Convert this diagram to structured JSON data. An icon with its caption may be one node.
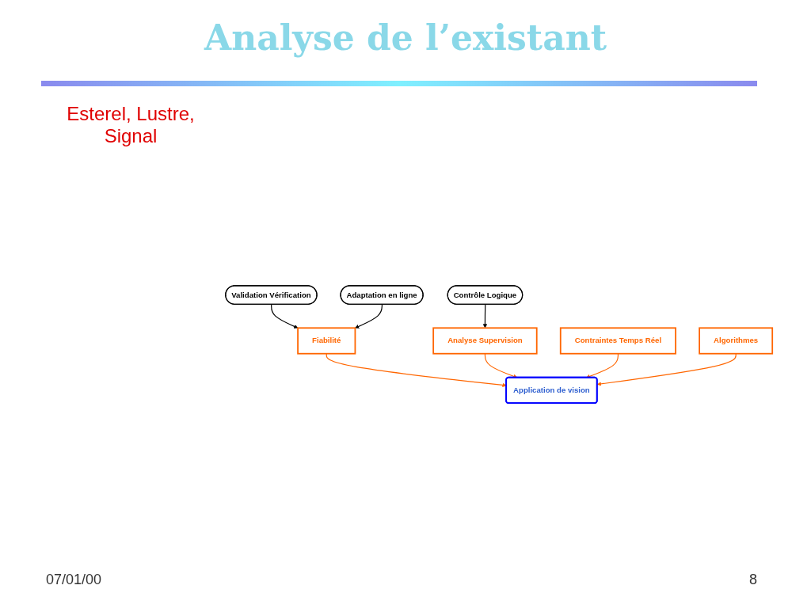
{
  "diagram": {
    "title": "Analyse de l’existant",
    "nodes": [
      {
        "text": [
          "Validation Vérification"
        ]
      },
      {
        "text": [
          "Adaptation en ligne"
        ]
      },
      {
        "text": [
          "Contrôle Logique"
        ]
      },
      {
        "text": [
          "Fiabilité"
        ]
      },
      {
        "text": [
          "Analyse Supervision"
        ]
      },
      {
        "text": [
          "Contraintes Temps Réel"
        ]
      },
      {
        "text": [
          "Application de vision"
        ]
      },
      {
        "text": [
          "Algorithmes"
        ]
      }
    ],
    "edges": [
      {
        "from": 0,
        "to": 3,
        "arrow": "to",
        "color": "#000000"
      },
      {
        "from": 1,
        "to": 3,
        "arrow": "to",
        "color": "#000000"
      },
      {
        "from": 2,
        "to": 4,
        "arrow": "to",
        "color": "#000000"
      },
      {
        "from": 3,
        "to": 6,
        "arrow": "to"
      },
      {
        "from": 4,
        "to": 6,
        "arrow": "to"
      },
      {
        "from": 5,
        "to": 6,
        "arrow": "to"
      },
      {
        "from": 7,
        "to": 6,
        "arrow": "to"
      }
    ],
    "labels": [
      "Esterel, Lustre, Signal",
      "07/01/00",
      "8"
    ]
  }
}
